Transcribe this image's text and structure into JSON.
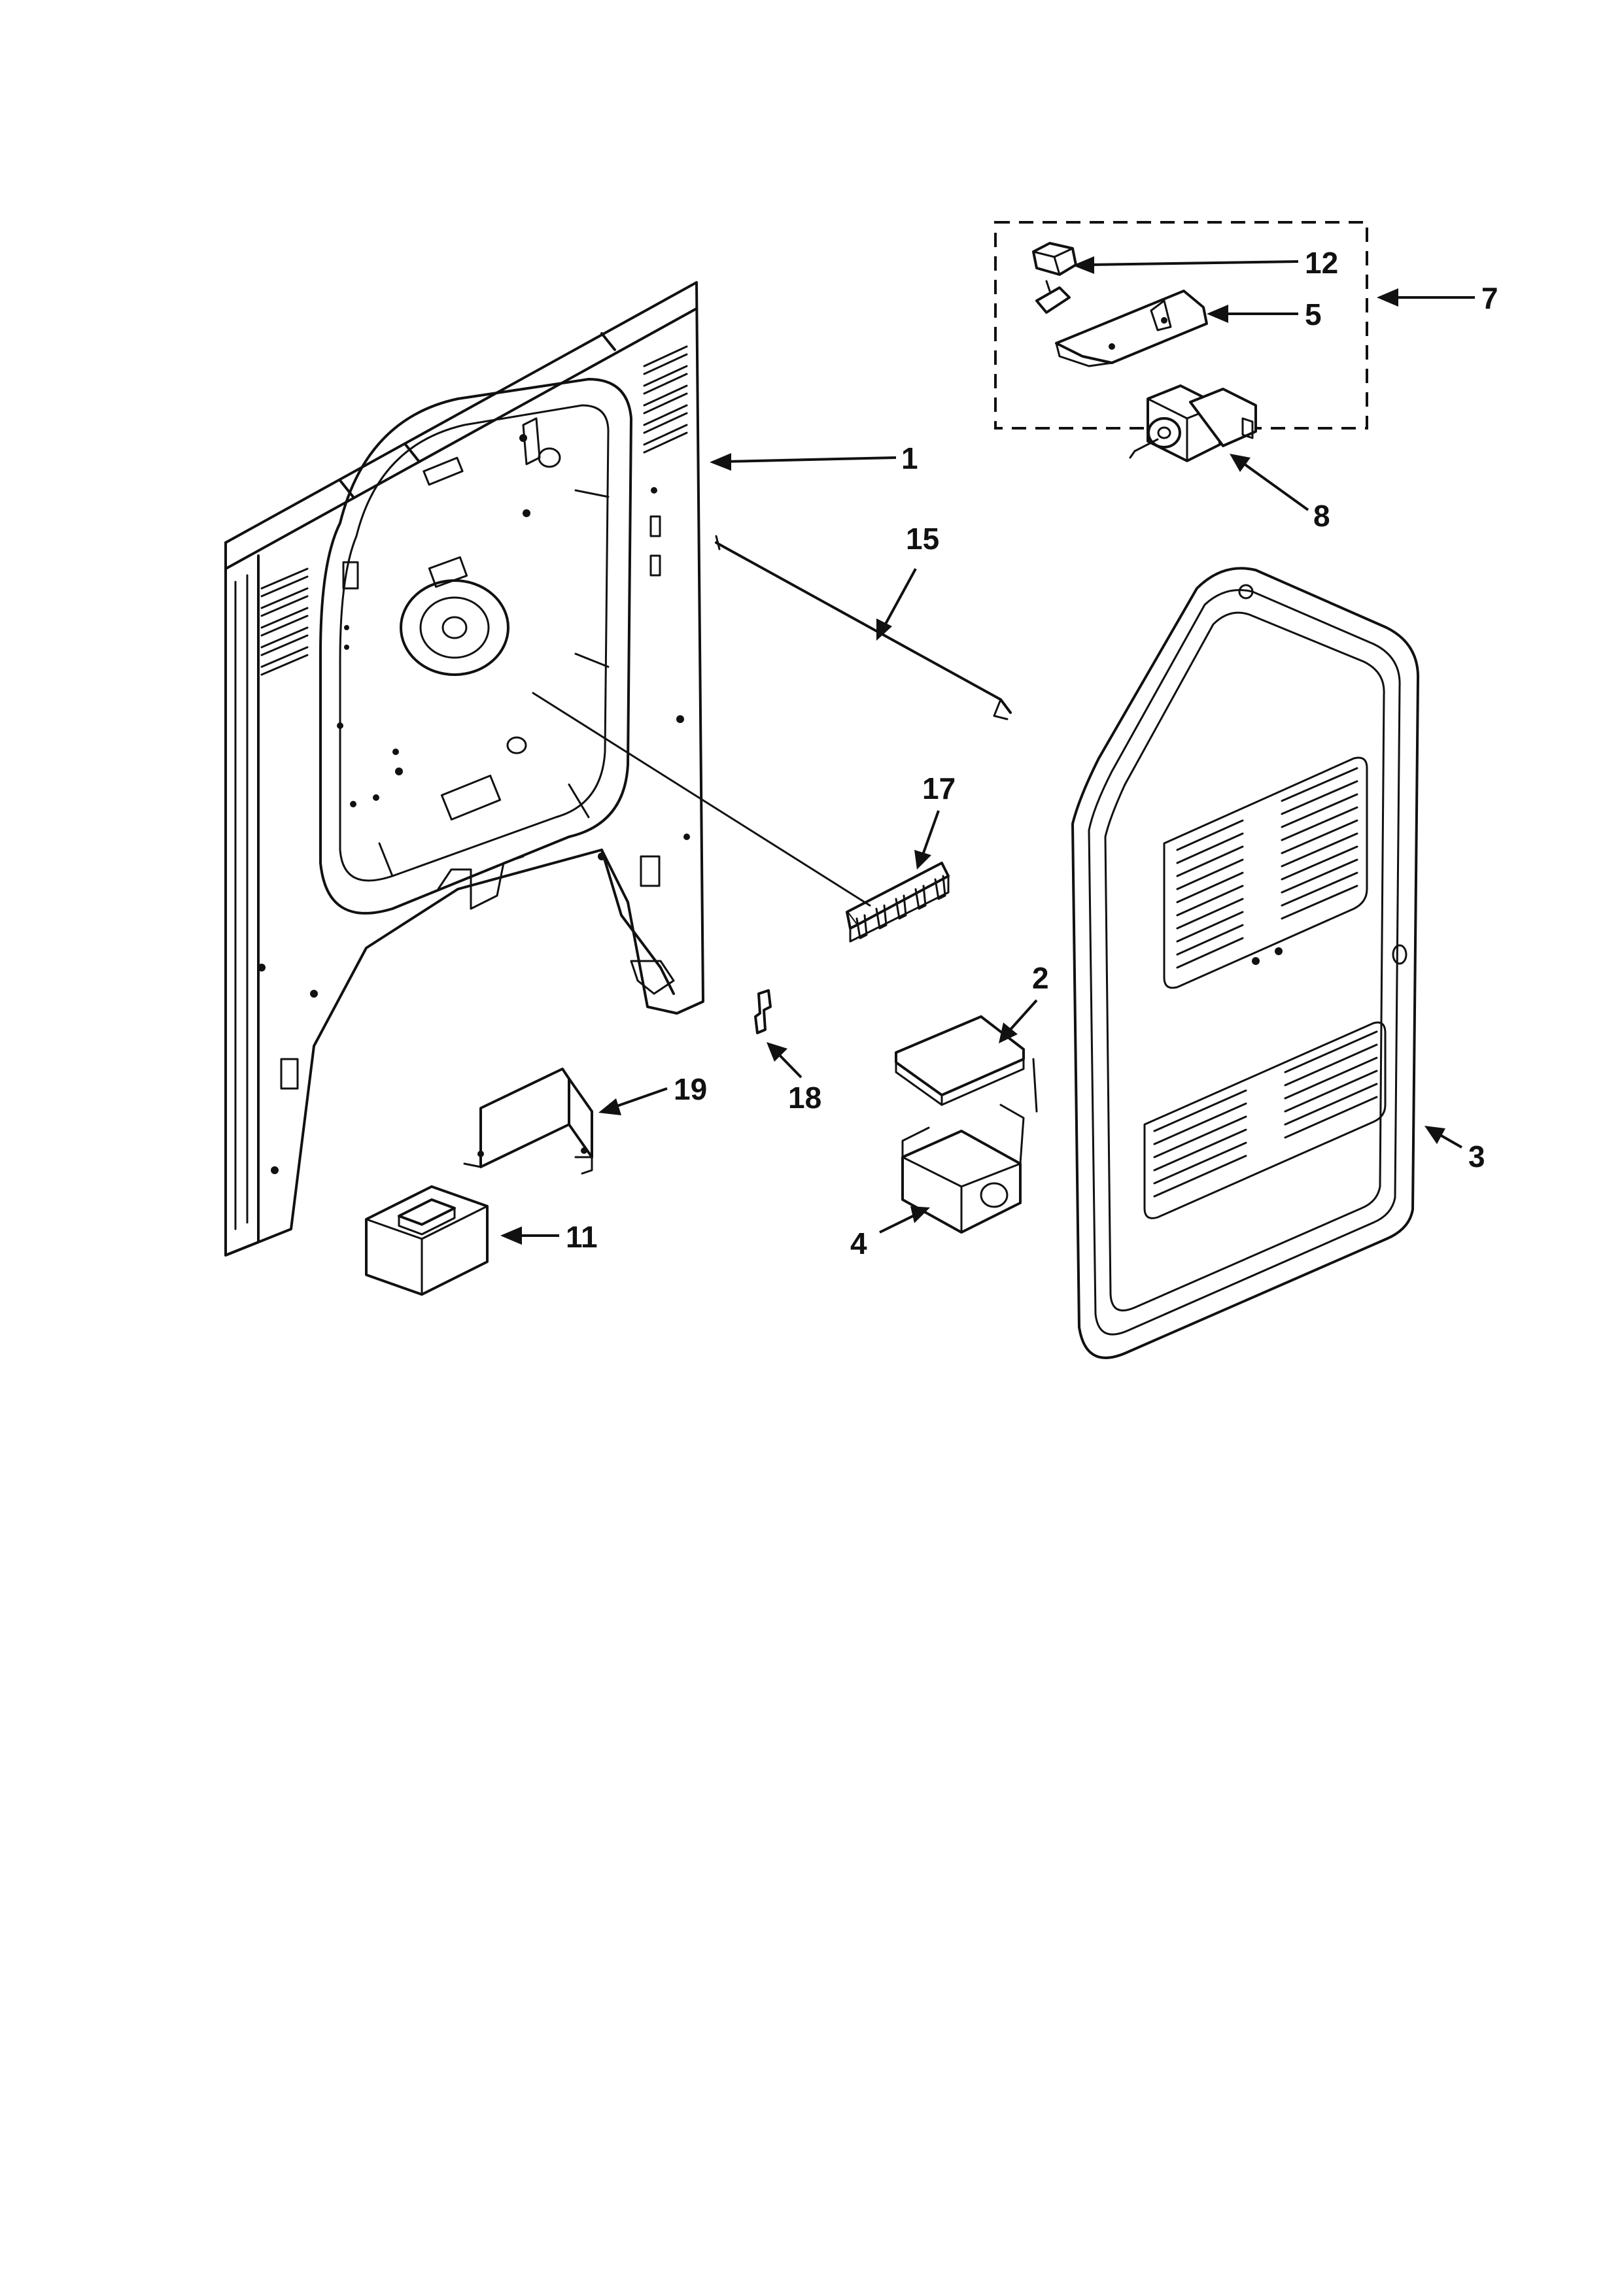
{
  "callouts": {
    "c1": "1",
    "c2": "2",
    "c3": "3",
    "c4": "4",
    "c5": "5",
    "c7": "7",
    "c8": "8",
    "c11": "11",
    "c12": "12",
    "c15": "15",
    "c17": "17",
    "c18": "18",
    "c19": "19"
  }
}
